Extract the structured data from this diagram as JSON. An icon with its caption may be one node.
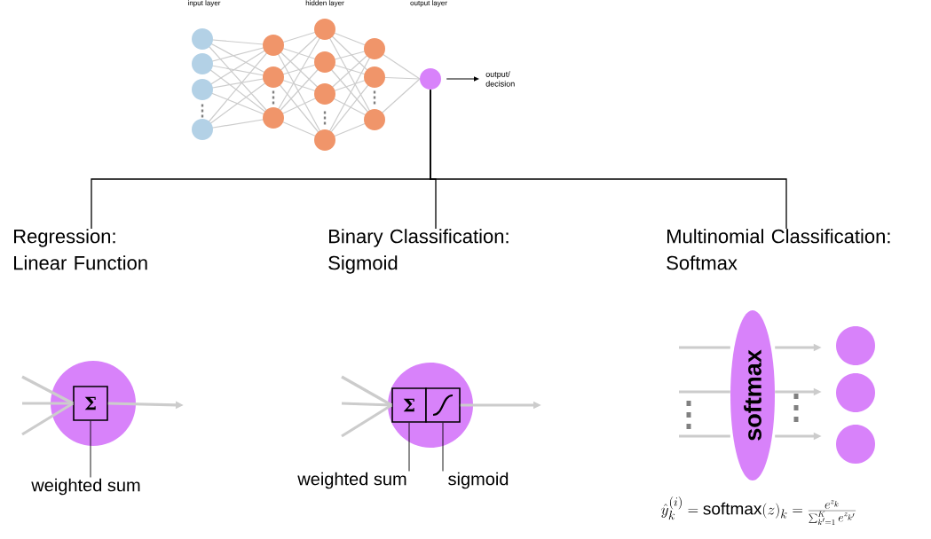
{
  "diagram": {
    "nodes": [
      {
        "text": [],
        "shape": "picture"
      },
      {
        "text": [],
        "shape": "circle"
      },
      {
        "text": [
          "output/ decision"
        ]
      },
      {
        "text": [
          "Regression: Linear Function"
        ]
      },
      {
        "text": [
          "Binary Classification: Sigmoid"
        ]
      },
      {
        "text": [
          "Multinomial Classification: Softmax"
        ]
      },
      {
        "text": [],
        "shape": "circle"
      },
      {
        "text": [
          "Σ"
        ],
        "in": 6
      },
      {
        "text": [
          "weighted sum"
        ]
      },
      {
        "text": [],
        "shape": "circle"
      },
      {
        "text": [
          "Σ"
        ],
        "in": 9
      },
      {
        "text": [],
        "shape": "box",
        "in": 9
      },
      {
        "text": [
          "weighted sum"
        ]
      },
      {
        "text": [
          "sigmoid"
        ]
      },
      {
        "text": [
          "softmax"
        ]
      },
      {
        "text": [],
        "shape": "circle"
      },
      {
        "text": [],
        "shape": "circle"
      },
      {
        "text": [],
        "shape": "circle"
      }
    ],
    "edges": [
      {
        "from": 1,
        "to": 2,
        "arrow": "to",
        "color": "#000000"
      },
      {
        "from": 1,
        "to": 3,
        "arrow": "none",
        "color": "#000000"
      },
      {
        "from": 1,
        "to": 4,
        "arrow": "none",
        "color": "#000000"
      },
      {
        "from": 1,
        "to": 5,
        "arrow": "none",
        "color": "#000000"
      },
      {
        "from": 8,
        "to": 7,
        "arrow": "none",
        "color": "#000000"
      },
      {
        "from": null,
        "to": 7,
        "arrow": "none"
      },
      {
        "from": null,
        "to": 7,
        "arrow": "none"
      },
      {
        "from": null,
        "to": 7,
        "arrow": "none"
      },
      {
        "from": 7,
        "to": null,
        "arrow": "to"
      },
      {
        "from": 12,
        "to": 10,
        "arrow": "none",
        "color": "#000000"
      },
      {
        "from": 13,
        "to": 11,
        "arrow": "none",
        "color": "#000000"
      },
      {
        "from": null,
        "to": 10,
        "arrow": "none"
      },
      {
        "from": null,
        "to": 10,
        "arrow": "none"
      },
      {
        "from": null,
        "to": 10,
        "arrow": "none"
      },
      {
        "from": 11,
        "to": null,
        "arrow": "to"
      },
      {
        "from": null,
        "to": 14,
        "arrow": "none"
      },
      {
        "from": null,
        "to": 14,
        "arrow": "none"
      },
      {
        "from": null,
        "to": 14,
        "arrow": "none"
      },
      {
        "from": 14,
        "to": 15,
        "arrow": "to"
      },
      {
        "from": 14,
        "to": 16,
        "arrow": "to"
      },
      {
        "from": 14,
        "to": 17,
        "arrow": "to"
      }
    ],
    "labels": [
      "input layer",
      "hidden layer",
      "output layer",
      "\\hat{y}_k^{(i)} = \\mathrm{softmax}(z)_k = \\frac{e^{z_k}}{\\sum_{k'=1}^{K} e^{z_{k'}}}"
    ]
  }
}
